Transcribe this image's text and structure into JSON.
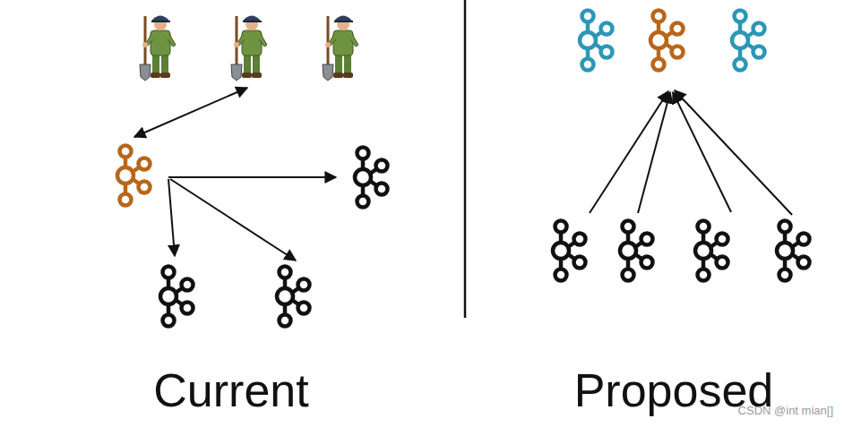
{
  "diagram": {
    "labels": [
      "Current",
      "Proposed",
      "CSDN @int mian[]"
    ]
  }
}
